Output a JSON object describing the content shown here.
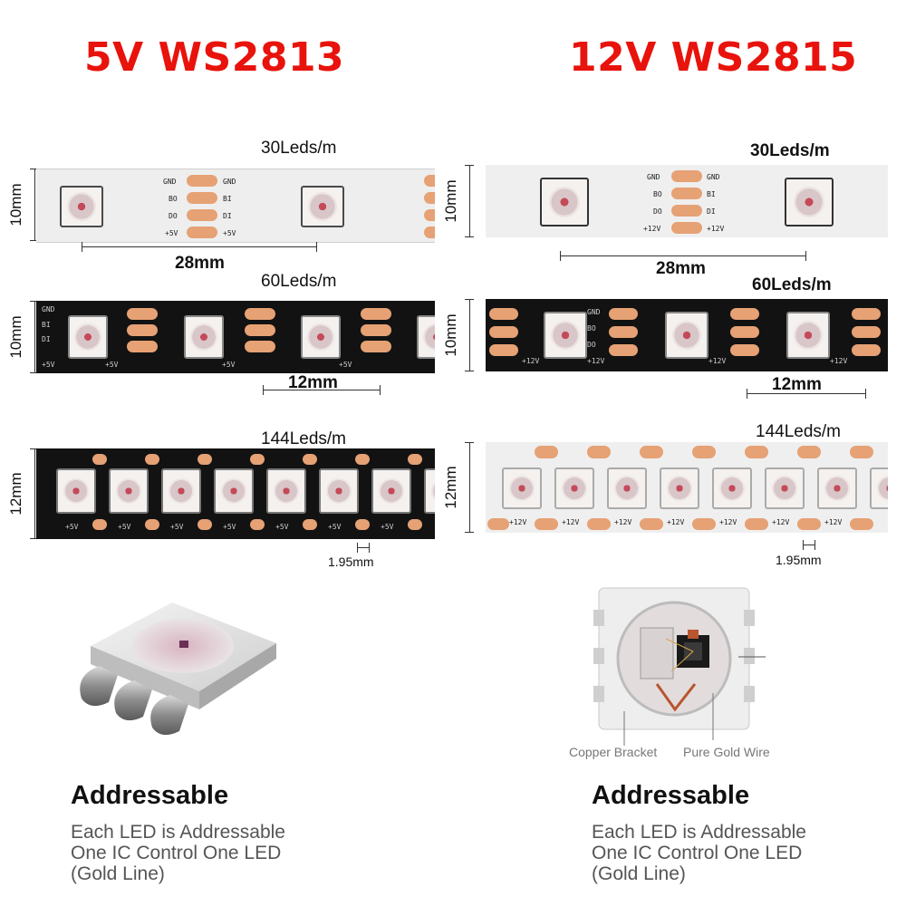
{
  "left": {
    "title": "5V WS2813",
    "d30": "30Leds/m",
    "d60": "60Leds/m",
    "d144": "144Leds/m",
    "w10a": "10mm",
    "w10b": "10mm",
    "w12": "12mm",
    "p28": "28mm",
    "p12": "12mm",
    "p195": "1.95mm",
    "pcb_v": "+5V",
    "heading": "Addressable",
    "desc1": "Each LED is Addressable",
    "desc2": "One IC Control One LED",
    "desc3": "(Gold Line)"
  },
  "right": {
    "title": "12V WS2815",
    "d30": "30Leds/m",
    "d60": "60Leds/m",
    "d144": "144Leds/m",
    "w10a": "10mm",
    "w10b": "10mm",
    "w12": "12mm",
    "p28": "28mm",
    "p12": "12mm",
    "p195": "1.95mm",
    "pcb_v": "+12V",
    "cap1": "Copper Bracket",
    "cap2": "Pure Gold Wire",
    "heading": "Addressable",
    "desc1": "Each LED is Addressable",
    "desc2": "One IC Control One LED",
    "desc3": "(Gold Line)"
  },
  "pcb": {
    "gnd": "GND",
    "bo": "BO",
    "bi": "BI",
    "do": "DO",
    "di": "DI"
  },
  "colors": {
    "title": "#e8130c",
    "pad": "#e6a174",
    "pcb_black": "#121212",
    "pcb_white": "#eeeeee"
  }
}
